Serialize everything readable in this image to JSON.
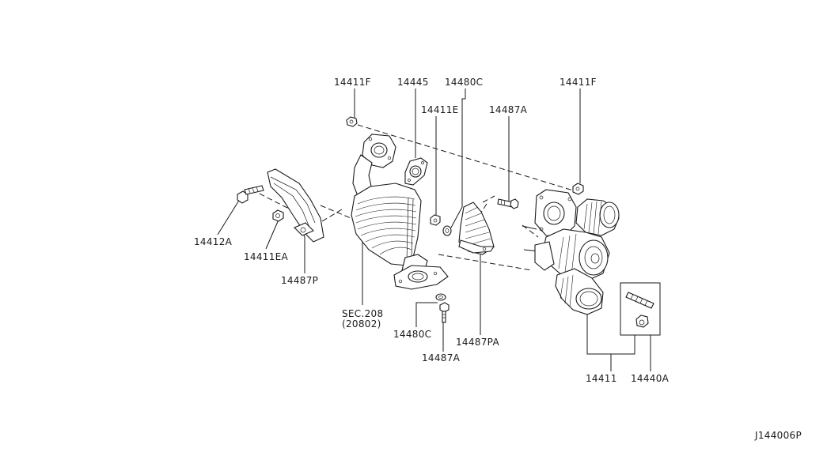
{
  "callouts": [
    {
      "id": "c1",
      "text": "14411F"
    },
    {
      "id": "c2",
      "text": "14445"
    },
    {
      "id": "c3",
      "text": "14480C"
    },
    {
      "id": "c4",
      "text": "14411E"
    },
    {
      "id": "c5",
      "text": "14487A"
    },
    {
      "id": "c6",
      "text": "14411F"
    },
    {
      "id": "c7",
      "text": "14412A"
    },
    {
      "id": "c8",
      "text": "14411EA"
    },
    {
      "id": "c9",
      "text": "14487P"
    },
    {
      "id": "c10",
      "text": "SEC.208"
    },
    {
      "id": "c11",
      "text": "(20802)"
    },
    {
      "id": "c12",
      "text": "14480C"
    },
    {
      "id": "c13",
      "text": "14487A"
    },
    {
      "id": "c14",
      "text": "14487PA"
    },
    {
      "id": "c15",
      "text": "14411"
    },
    {
      "id": "c16",
      "text": "14440A"
    }
  ],
  "diagram_code": "J144006P"
}
